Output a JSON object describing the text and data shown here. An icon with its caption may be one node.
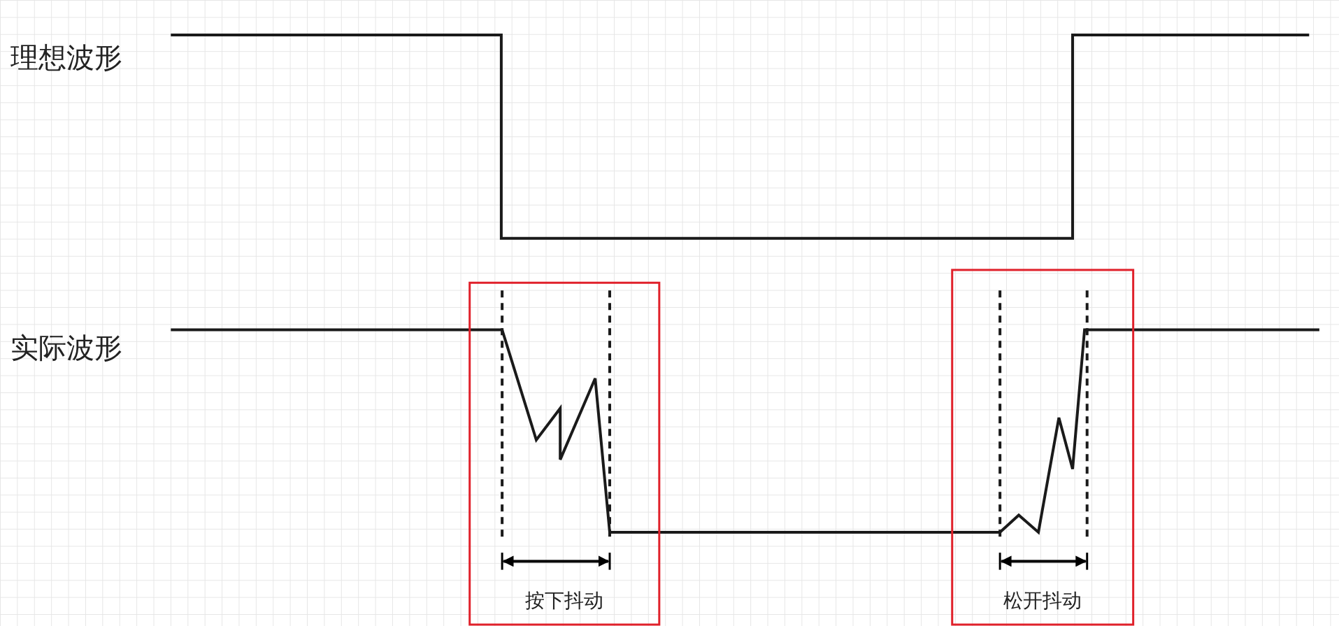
{
  "diagram": {
    "labels": [
      "理想波形",
      "实际波形",
      "按下抖动",
      "松开抖动"
    ]
  }
}
